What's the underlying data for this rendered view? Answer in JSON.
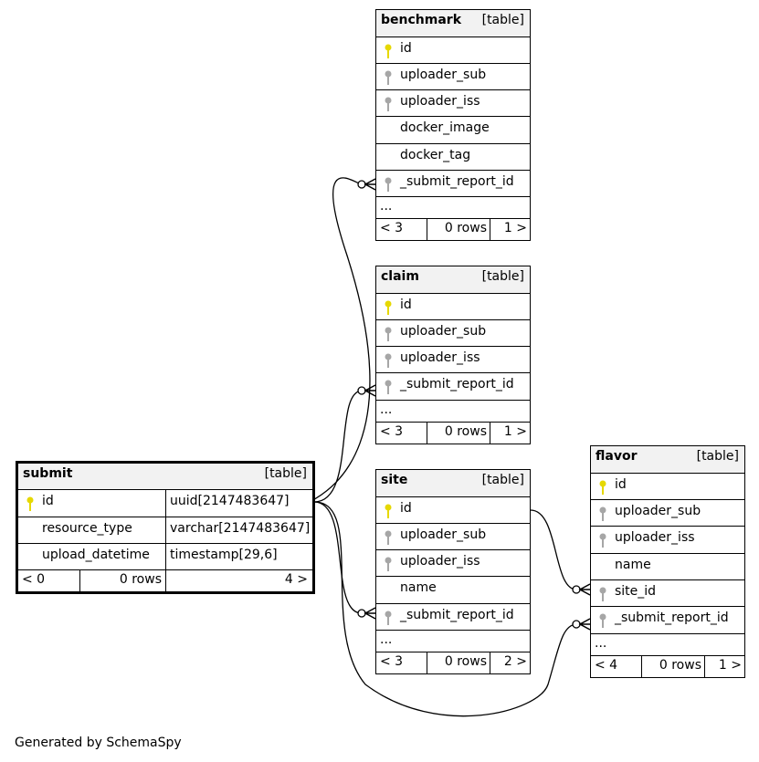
{
  "tables": {
    "benchmark": {
      "name": "benchmark",
      "kind": "[table]",
      "columns": [
        {
          "name": "id",
          "key": "pk"
        },
        {
          "name": "uploader_sub",
          "key": "fk"
        },
        {
          "name": "uploader_iss",
          "key": "fk"
        },
        {
          "name": "docker_image",
          "key": ""
        },
        {
          "name": "docker_tag",
          "key": ""
        },
        {
          "name": "_submit_report_id",
          "key": "fk"
        }
      ],
      "more": "...",
      "footer": {
        "parents": "< 3",
        "rows": "0 rows",
        "children": "1 >"
      }
    },
    "claim": {
      "name": "claim",
      "kind": "[table]",
      "columns": [
        {
          "name": "id",
          "key": "pk"
        },
        {
          "name": "uploader_sub",
          "key": "fk"
        },
        {
          "name": "uploader_iss",
          "key": "fk"
        },
        {
          "name": "_submit_report_id",
          "key": "fk"
        }
      ],
      "more": "...",
      "footer": {
        "parents": "< 3",
        "rows": "0 rows",
        "children": "1 >"
      }
    },
    "site": {
      "name": "site",
      "kind": "[table]",
      "columns": [
        {
          "name": "id",
          "key": "pk"
        },
        {
          "name": "uploader_sub",
          "key": "fk"
        },
        {
          "name": "uploader_iss",
          "key": "fk"
        },
        {
          "name": "name",
          "key": ""
        },
        {
          "name": "_submit_report_id",
          "key": "fk"
        }
      ],
      "more": "...",
      "footer": {
        "parents": "< 3",
        "rows": "0 rows",
        "children": "2 >"
      }
    },
    "flavor": {
      "name": "flavor",
      "kind": "[table]",
      "columns": [
        {
          "name": "id",
          "key": "pk"
        },
        {
          "name": "uploader_sub",
          "key": "fk"
        },
        {
          "name": "uploader_iss",
          "key": "fk"
        },
        {
          "name": "name",
          "key": ""
        },
        {
          "name": "site_id",
          "key": "fk"
        },
        {
          "name": "_submit_report_id",
          "key": "fk"
        }
      ],
      "more": "...",
      "footer": {
        "parents": "< 4",
        "rows": "0 rows",
        "children": "1 >"
      }
    },
    "submit": {
      "name": "submit",
      "kind": "[table]",
      "columns": [
        {
          "name": "id",
          "type": "uuid[2147483647]",
          "key": "pk"
        },
        {
          "name": "resource_type",
          "type": "varchar[2147483647]",
          "key": ""
        },
        {
          "name": "upload_datetime",
          "type": "timestamp[29,6]",
          "key": ""
        }
      ],
      "footer": {
        "parents": "< 0",
        "rows": "0 rows",
        "children": "4 >"
      }
    }
  },
  "colors": {
    "primary_key": "#e6d800",
    "foreign_key": "#a6a6a6",
    "header_bg": "#f2f2f2"
  },
  "generated_by": "Generated by SchemaSpy"
}
